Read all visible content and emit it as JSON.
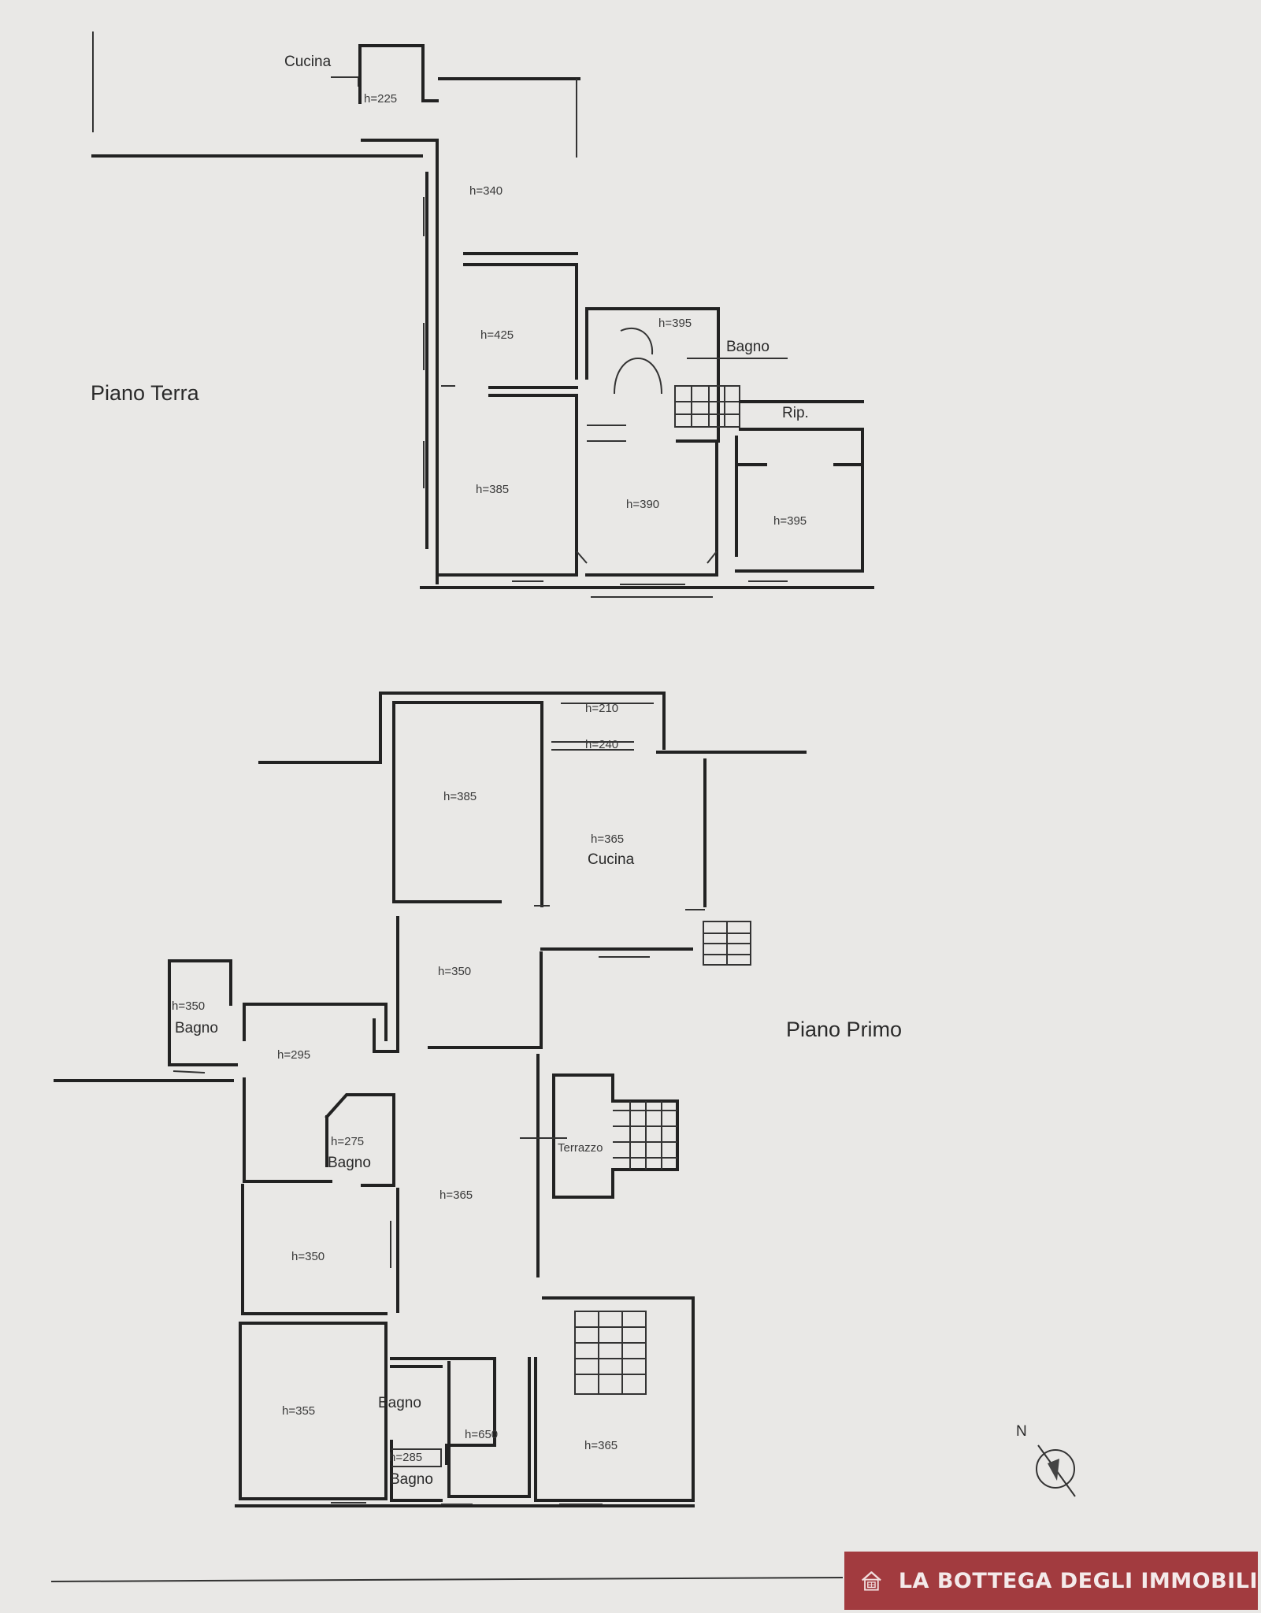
{
  "plans": {
    "ground": {
      "title": "Piano Terra",
      "rooms": {
        "cucina": "Cucina",
        "bagno": "Bagno",
        "rip": "Rip."
      },
      "heights": {
        "cucina": "h=225",
        "room_a": "h=340",
        "room_b": "h=425",
        "room_c": "h=385",
        "room_d": "h=390",
        "bagno": "h=395",
        "room_e": "h=395"
      }
    },
    "first": {
      "title": "Piano Primo",
      "rooms": {
        "cucina": "Cucina",
        "bagno_left": "Bagno",
        "bagno_mid": "Bagno",
        "bagno_bottom_a": "Bagno",
        "bagno_bottom_b": "Bagno",
        "terrazzo": "Terrazzo"
      },
      "heights": {
        "top_a": "h=210",
        "top_b": "h=240",
        "big_room": "h=385",
        "cucina": "h=365",
        "hall_upper": "h=350",
        "bagno_left": "h=350",
        "room_left": "h=295",
        "bagno_mid": "h=275",
        "hall_lower": "h=365",
        "room_lower_left": "h=350",
        "room_bottom_left": "h=355",
        "bagno_bottom": "h=285",
        "room_bottom_mid": "h=650",
        "room_bottom_right": "h=365"
      }
    }
  },
  "compass": {
    "label": "N"
  },
  "brand": {
    "name": "LA BOTTEGA DEGLI IMMOBILI"
  }
}
